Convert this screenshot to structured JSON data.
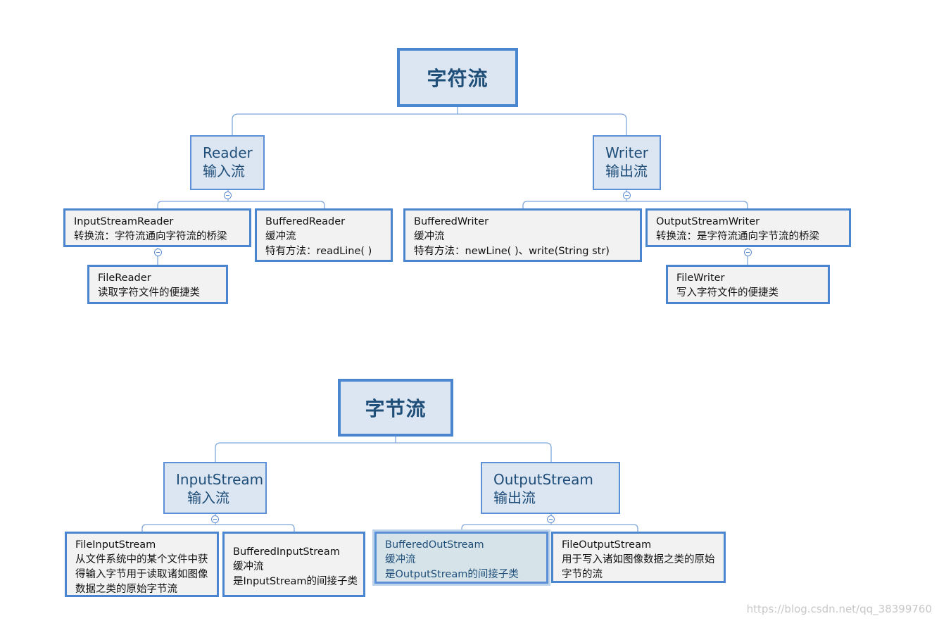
{
  "char_stream": {
    "title": "字符流",
    "reader": {
      "line1": "Reader",
      "line2": "输入流"
    },
    "writer": {
      "line1": "Writer",
      "line2": "输出流"
    },
    "input_stream_reader": {
      "line1": "InputStreamReader",
      "line2": "转换流：字符流通向字符流的桥梁"
    },
    "buffered_reader": {
      "line1": "BufferedReader",
      "line2": "缓冲流",
      "line3": "特有方法：readLine( )"
    },
    "buffered_writer": {
      "line1": "BufferedWriter",
      "line2": "缓冲流",
      "line3": "特有方法：newLine( )、write(String str)"
    },
    "output_stream_writer": {
      "line1": "OutputStreamWriter",
      "line2": "转换流：是字符流通向字节流的桥梁"
    },
    "file_reader": {
      "line1": "FileReader",
      "line2": "读取字符文件的便捷类"
    },
    "file_writer": {
      "line1": "FileWriter",
      "line2": "写入字符文件的便捷类"
    }
  },
  "byte_stream": {
    "title": "字节流",
    "input_stream": {
      "line1": "InputStream",
      "line2": "输入流"
    },
    "output_stream": {
      "line1": "OutputStream",
      "line2": "输出流"
    },
    "file_input_stream": {
      "line1": "FileInputStream",
      "line2": "从文件系统中的某个文件中获",
      "line3": "得输入字节用于读取诸如图像",
      "line4": "数据之类的原始字节流"
    },
    "buffered_input_stream": {
      "line1": "BufferedInputStream",
      "line2": "缓冲流",
      "line3": "是InputStream的间接子类"
    },
    "buffered_out_stream": {
      "line1": "BufferedOutStream",
      "line2": "缓冲流",
      "line3": "是OutputStream的间接子类"
    },
    "file_output_stream": {
      "line1": "FileOutputStream",
      "line2": "用于写入诸如图像数据之类的原始",
      "line3": "字节的流"
    }
  },
  "watermark": "https://blog.csdn.net/qq_38399760",
  "colors": {
    "border": "#4a86d0",
    "fill_primary": "#dce6f2",
    "fill_leaf": "#f2f2f2",
    "text_primary": "#1f4e79"
  }
}
